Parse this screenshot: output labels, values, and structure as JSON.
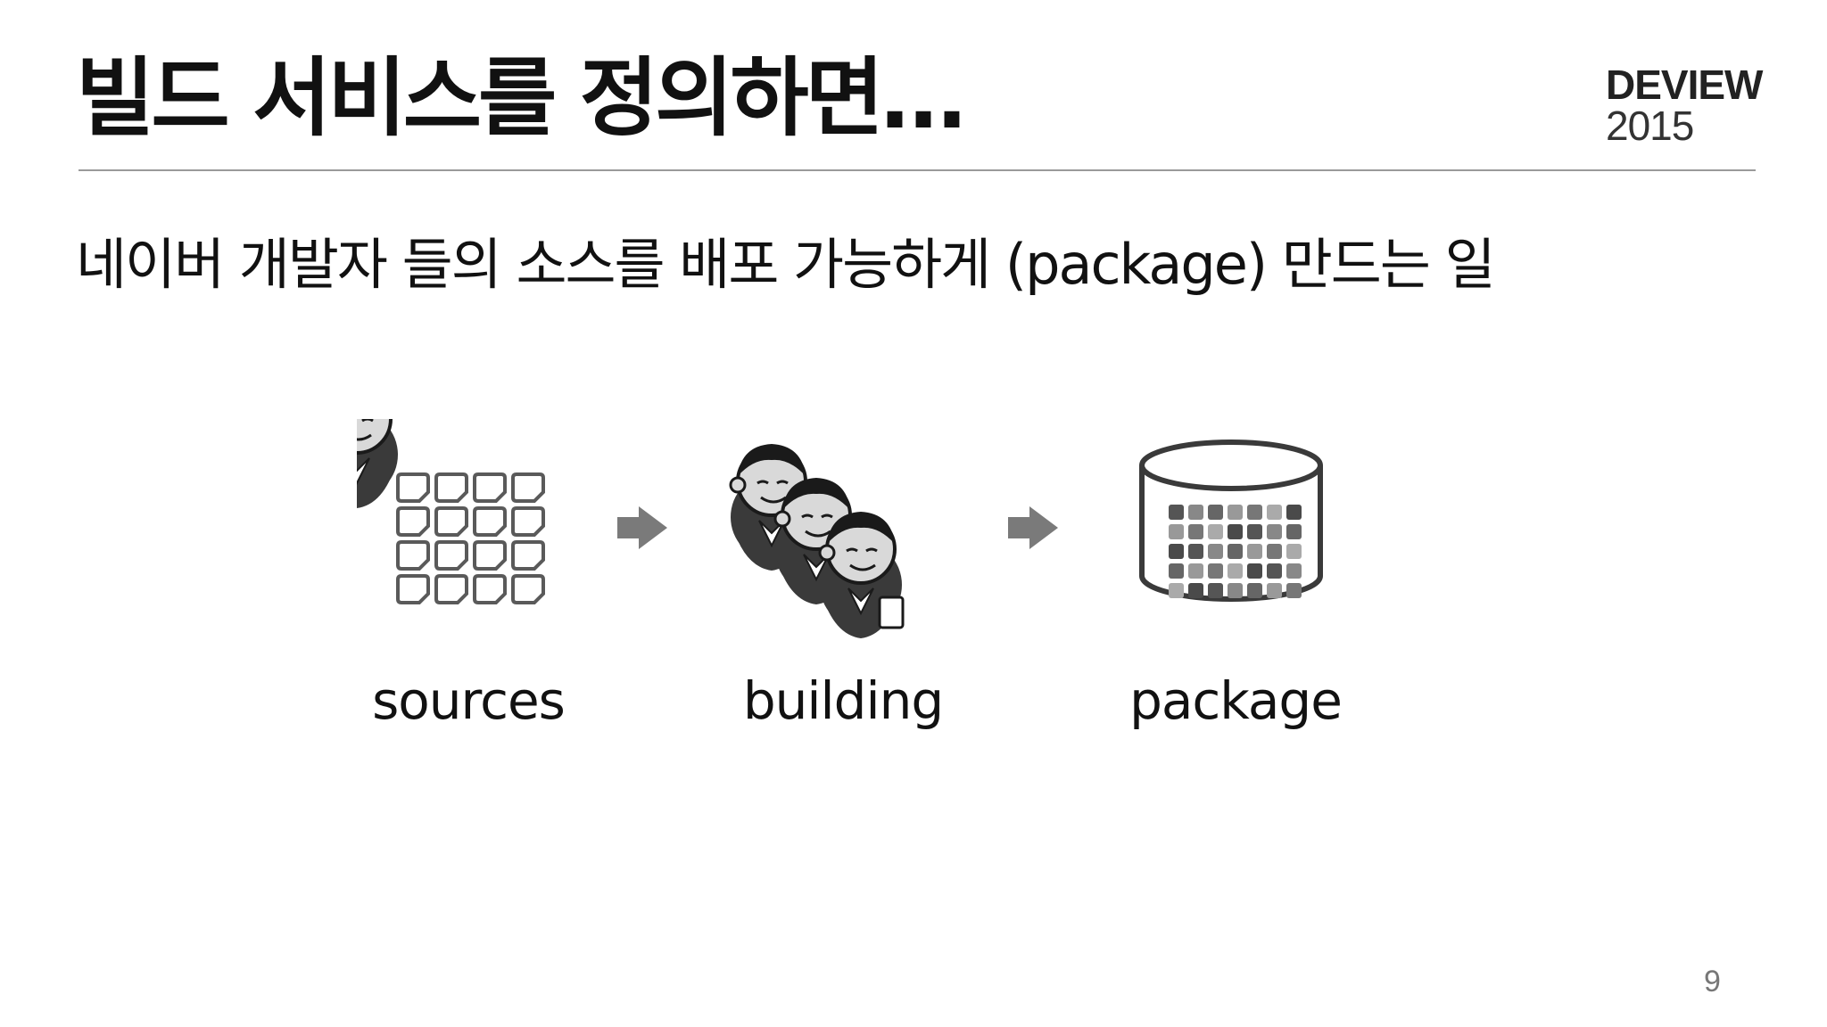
{
  "slide": {
    "title": "빌드 서비스를 정의하면…",
    "subtitle": "네이버 개발자 들의 소스를 배포 가능하게 (package) 만드는 일",
    "page_number": "9"
  },
  "logo": {
    "word": "DEVIEW",
    "year": "2015"
  },
  "diagram": {
    "steps": [
      {
        "label": "sources",
        "icon": "file-grid-icon"
      },
      {
        "label": "building",
        "icon": "jenkins-butler-icon"
      },
      {
        "label": "package",
        "icon": "app-database-icon"
      }
    ],
    "connector_icon": "arrow-right-icon"
  },
  "colors": {
    "text": "#111111",
    "rule": "#9a9a9a",
    "icon_gray": "#7a7a7a",
    "page_number": "#777777"
  }
}
